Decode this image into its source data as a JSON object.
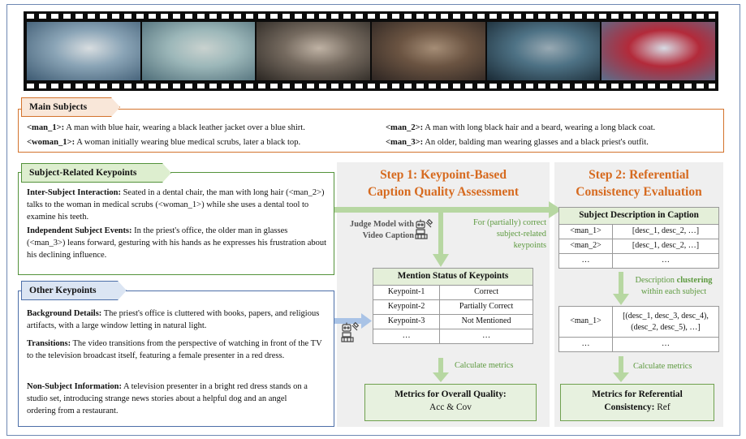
{
  "film": {
    "frames": [
      {
        "name": "dental-chair-scene",
        "colors": [
          "#3d5a72",
          "#8aa4b6",
          "#d8dde0"
        ]
      },
      {
        "name": "car-interior-scene",
        "colors": [
          "#4e6d78",
          "#9cb7b9",
          "#c9d2cf"
        ]
      },
      {
        "name": "priest-office-scene",
        "colors": [
          "#2a2622",
          "#756a5f",
          "#bfb2a4"
        ]
      },
      {
        "name": "group-on-couch-scene",
        "colors": [
          "#2d2522",
          "#6b5442",
          "#a58d76"
        ]
      },
      {
        "name": "tv-watching-scene",
        "colors": [
          "#1a2a35",
          "#4e7285",
          "#98a9b3"
        ]
      },
      {
        "name": "tv-presenter-scene",
        "colors": [
          "#5a6f8c",
          "#b32a3a",
          "#d7dbe4"
        ]
      }
    ]
  },
  "main_subjects": {
    "title": "Main Subjects",
    "items": [
      {
        "label": "<man_1>:",
        "text": " A man with blue hair, wearing a black leather jacket over a blue shirt."
      },
      {
        "label": "<man_2>:",
        "text": " A man with long black hair and a beard, wearing a long black coat."
      },
      {
        "label": "<woman_1>:",
        "text": " A woman initially wearing blue medical scrubs, later a black top."
      },
      {
        "label": "<man_3>:",
        "text": " An older, balding man wearing glasses and a black priest's outfit."
      }
    ]
  },
  "subject_keypoints": {
    "title": "Subject-Related Keypoints",
    "items": [
      {
        "label": "Inter-Subject Interaction:",
        "text": " Seated in a dental chair, the man with long hair (<man_2>) talks to the woman in medical scrubs (<woman_1>) while she uses a dental tool to examine his teeth."
      },
      {
        "label": "Independent Subject Events:",
        "text": " In the priest's office, the older man in glasses (<man_3>) leans forward, gesturing with his hands as he expresses his frustration about his declining influence."
      }
    ]
  },
  "other_keypoints": {
    "title": "Other Keypoints",
    "items": [
      {
        "label": "Background Details:",
        "text": " The priest's office is cluttered with books, papers, and religious artifacts, with a large window letting in natural light."
      },
      {
        "label": "Transitions:",
        "text": " The video transitions from the perspective of watching in front of the TV to the television broadcast itself, featuring a female presenter in a red dress."
      },
      {
        "label": "Non-Subject Information:",
        "text": " A television presenter in a bright red dress stands on a studio set, introducing strange news stories about a helpful dog and an angel ordering from a restaurant."
      }
    ]
  },
  "step1": {
    "title_l1": "Step 1: Keypoint-Based",
    "title_l2": "Caption Quality Assessment",
    "judge_l1": "Judge Model with",
    "judge_l2": "Video Caption",
    "note_l1": "For (partially) correct",
    "note_l2": "subject-related",
    "note_l3": "keypoints",
    "table_title": "Mention Status of Keypoints",
    "rows": [
      [
        "Keypoint-1",
        "Correct"
      ],
      [
        "Keypoint-2",
        "Partially Correct"
      ],
      [
        "Keypoint-3",
        "Not Mentioned"
      ],
      [
        "…",
        "…"
      ]
    ],
    "calc": "Calculate metrics",
    "metric_l1": "Metrics for Overall Quality:",
    "metric_l2": "Acc & Cov"
  },
  "step2": {
    "title_l1": "Step 2: Referential",
    "title_l2": "Consistency Evaluation",
    "table_title": "Subject Description in Caption",
    "rows": [
      [
        "<man_1>",
        "[desc_1, desc_2, …]"
      ],
      [
        "<man_2>",
        "[desc_1, desc_2, …]"
      ],
      [
        "…",
        "…"
      ]
    ],
    "cluster_pre": "Description ",
    "cluster_bold": "clustering",
    "cluster_l2": "within each subject",
    "cluster_rows": [
      [
        "<man_1>",
        "[(desc_1, desc_3, desc_4),",
        "(desc_2, desc_5), …]"
      ],
      [
        "…",
        "…",
        ""
      ]
    ],
    "calc": "Calculate metrics",
    "metric_l1": "Metrics for Referential",
    "metric_l2_bold": "Consistency:",
    "metric_l2_rest": " Ref"
  },
  "colors": {
    "orange": "#d3732c",
    "green": "#53923a",
    "blue": "#4c6ea8",
    "arrow_green": "#b7d7a2",
    "arrow_blue": "#a9c3e6"
  },
  "icons": [
    "judge-robot-icon",
    "judge-robot-icon"
  ]
}
